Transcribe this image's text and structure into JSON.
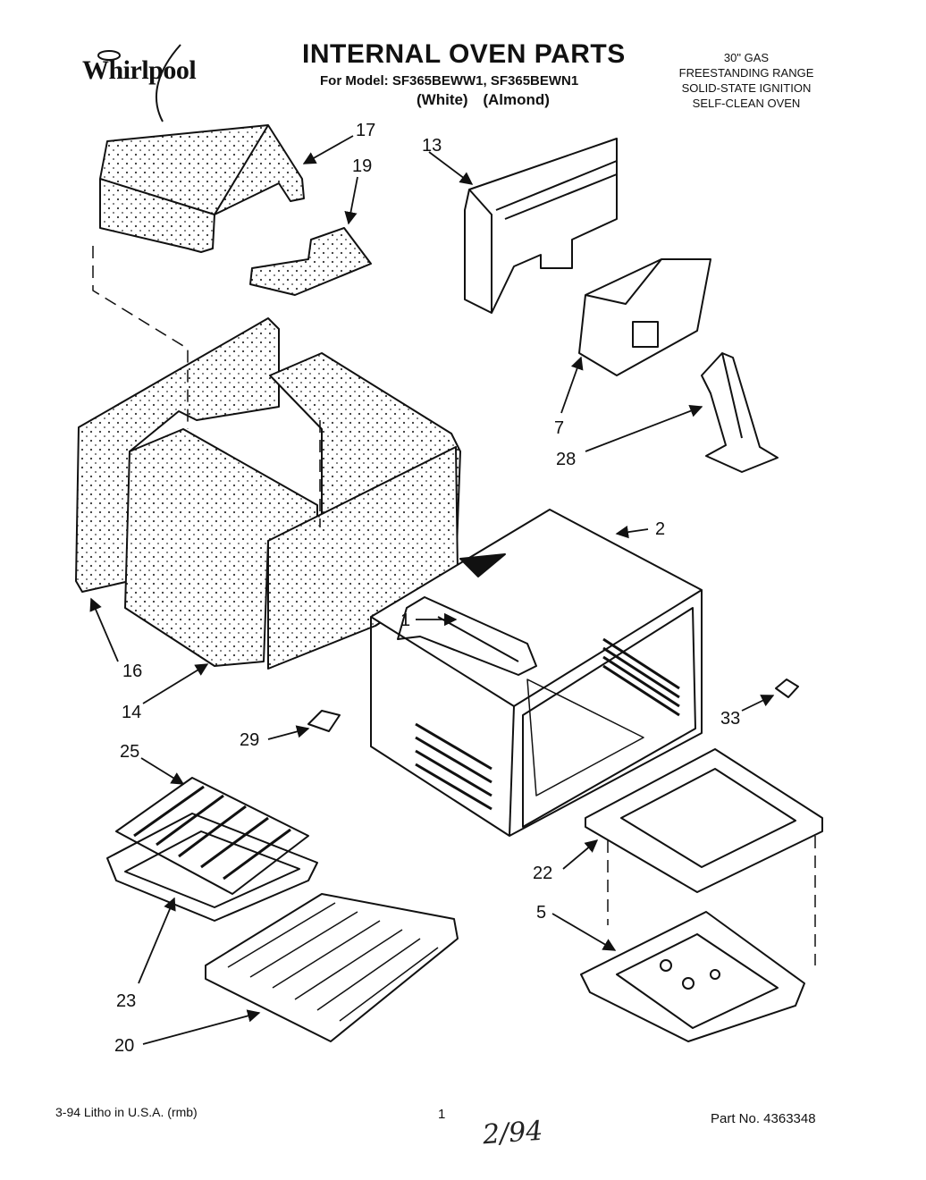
{
  "header": {
    "brand": "Whirlpool",
    "title": "INTERNAL OVEN PARTS",
    "model_line": "For Model: SF365BEWW1, SF365BEWN1",
    "color_white": "(White)",
    "color_almond": "(Almond)"
  },
  "description": [
    "30\" GAS",
    "FREESTANDING RANGE",
    "SOLID-STATE IGNITION",
    "SELF-CLEAN OVEN"
  ],
  "callouts": [
    "17",
    "19",
    "13",
    "7",
    "28",
    "2",
    "1",
    "16",
    "14",
    "29",
    "33",
    "25",
    "22",
    "5",
    "23",
    "20"
  ],
  "footer": {
    "left": "3-94 Litho in U.S.A. (rmb)",
    "page": "1",
    "part_no": "Part No. 4363348",
    "handwritten": "2/94"
  },
  "colors": {
    "ink": "#111111",
    "paper": "#ffffff"
  }
}
